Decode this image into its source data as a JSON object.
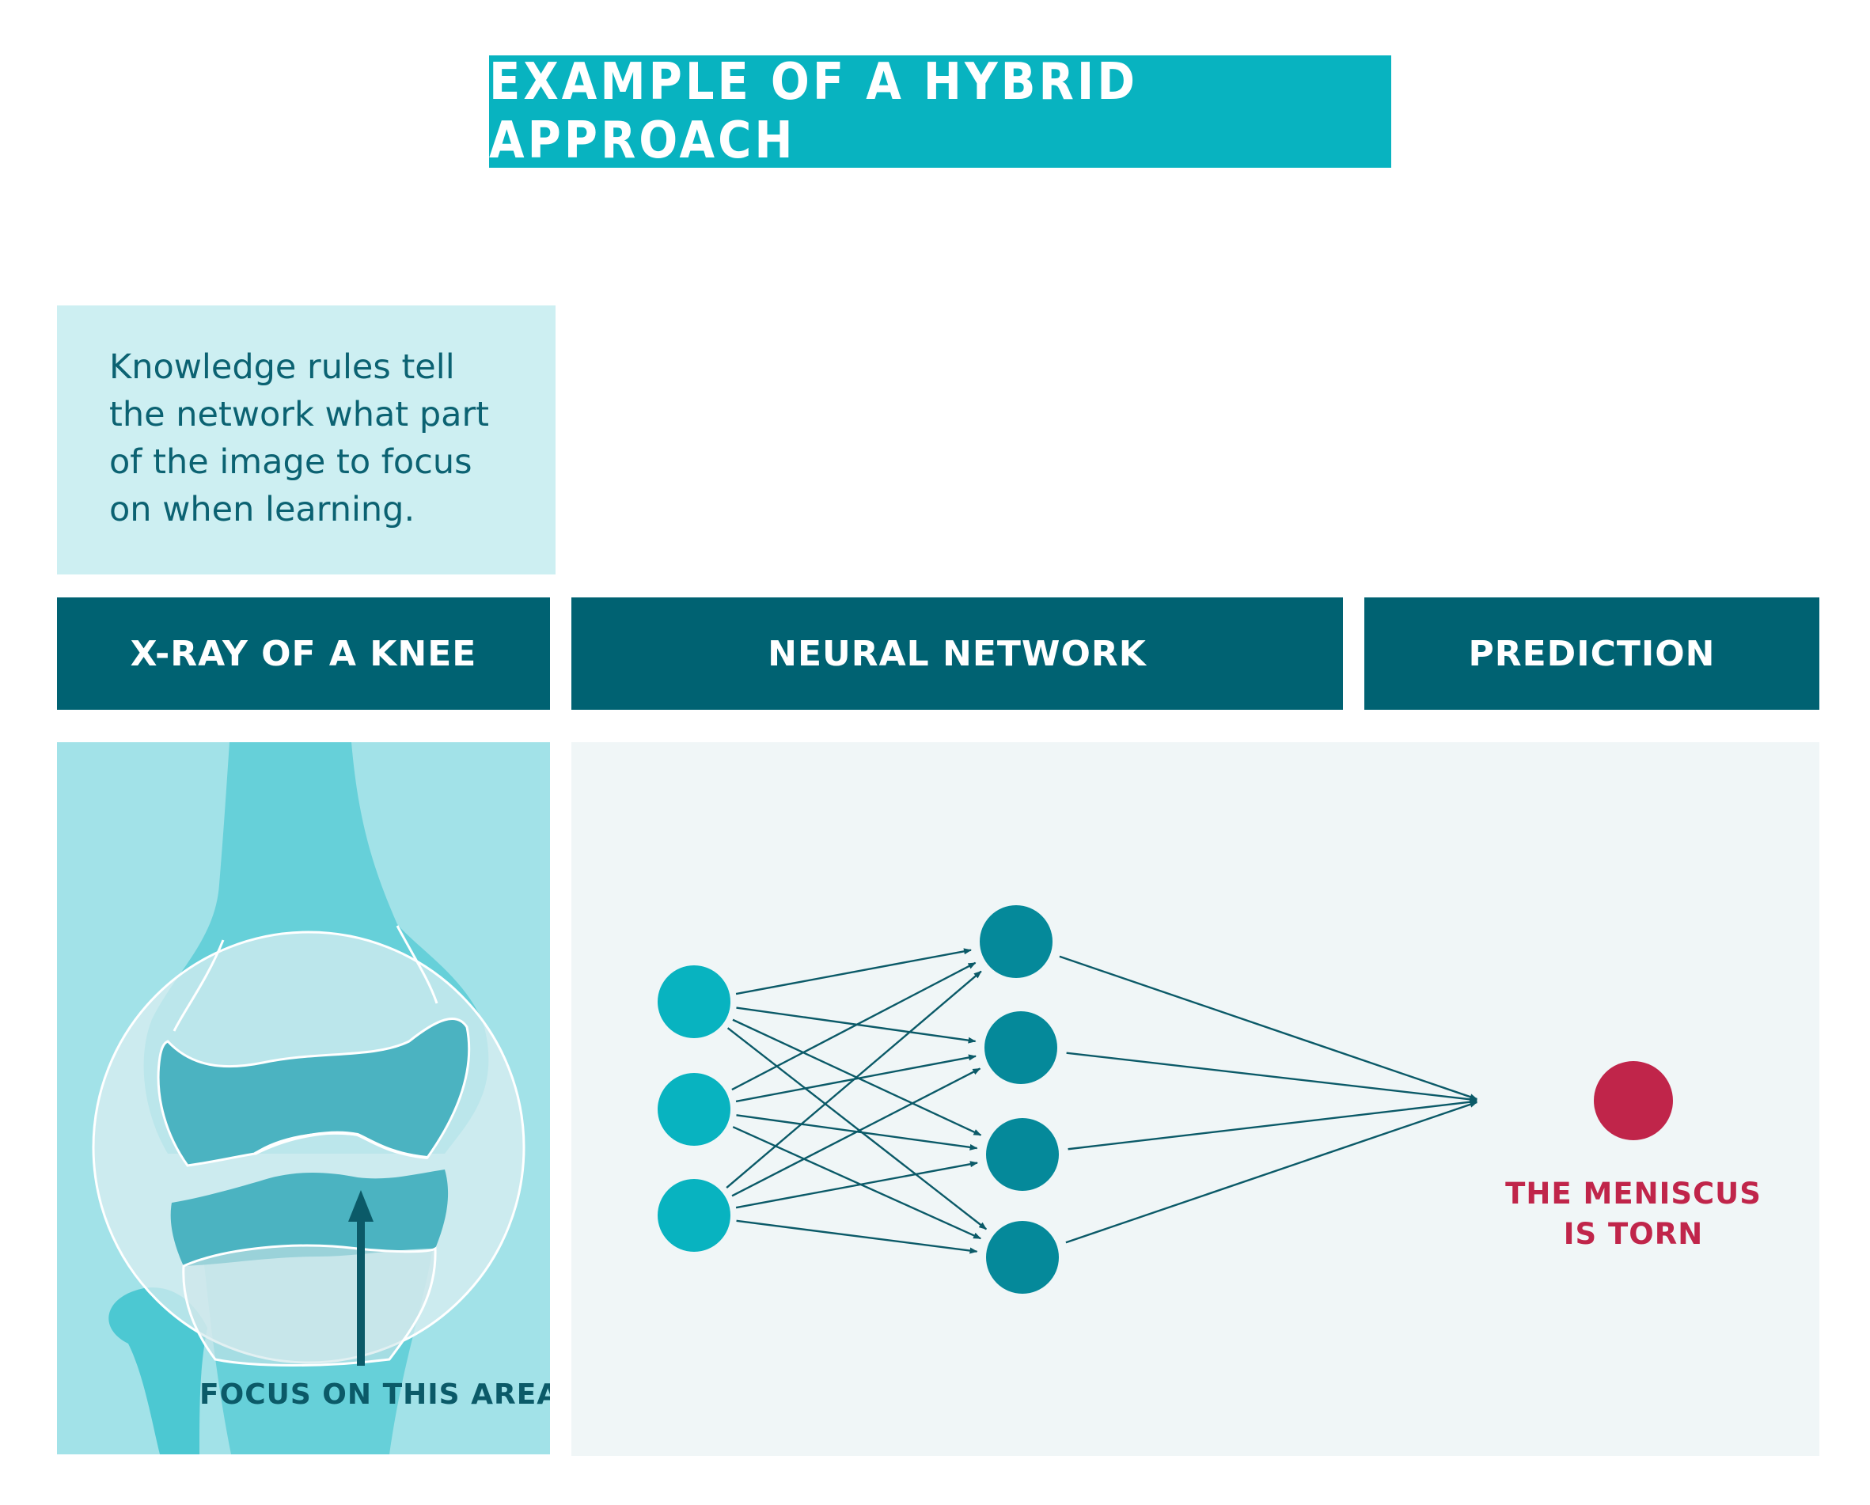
{
  "title": "EXAMPLE OF A HYBRID APPROACH",
  "note": {
    "lines": [
      "Knowledge rules tell",
      "the network what part",
      "of the image to focus",
      "on when learning."
    ]
  },
  "columns": {
    "xray": "X-RAY OF A KNEE",
    "network": "NEURAL NETWORK",
    "prediction": "PREDICTION"
  },
  "xray": {
    "focus_label": "FOCUS ON THIS AREA"
  },
  "prediction": {
    "line1": "THE MENISCUS",
    "line2": "IS TORN"
  },
  "network": {
    "input_nodes": 3,
    "hidden_nodes": 4,
    "output_nodes": 1
  },
  "colors": {
    "title_bg": "#08b3c0",
    "header_bg": "#006272",
    "note_bg": "#cdeff2",
    "input_node": "#08b3c0",
    "hidden_node": "#05899a",
    "arrow": "#0b5a68",
    "prediction": "#c0254a",
    "panel_bg": "#f0f6f7"
  }
}
